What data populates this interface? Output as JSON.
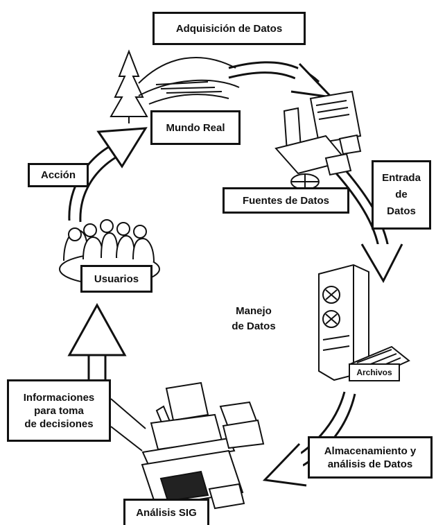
{
  "labels": {
    "adquisicion": "Adquisición de Datos",
    "mundo_real": "Mundo Real",
    "accion": "Acción",
    "fuentes": "Fuentes de Datos",
    "entrada": [
      "Entrada",
      "de",
      "Datos"
    ],
    "usuarios": "Usuarios",
    "manejo": [
      "Manejo",
      "de Datos"
    ],
    "archivos": "Archivos",
    "informaciones": [
      "Informaciones",
      "para toma",
      "de decisiones"
    ],
    "almacenamiento": [
      "Almacenamiento y",
      "análisis de Datos"
    ],
    "analisis_sig": "Análisis SIG"
  },
  "icons": {
    "landscape": "landscape-icon",
    "maps": "maps-documents-icon",
    "users": "users-group-icon",
    "computer": "mainframe-computer-icon",
    "workstation": "gis-workstation-icon"
  }
}
